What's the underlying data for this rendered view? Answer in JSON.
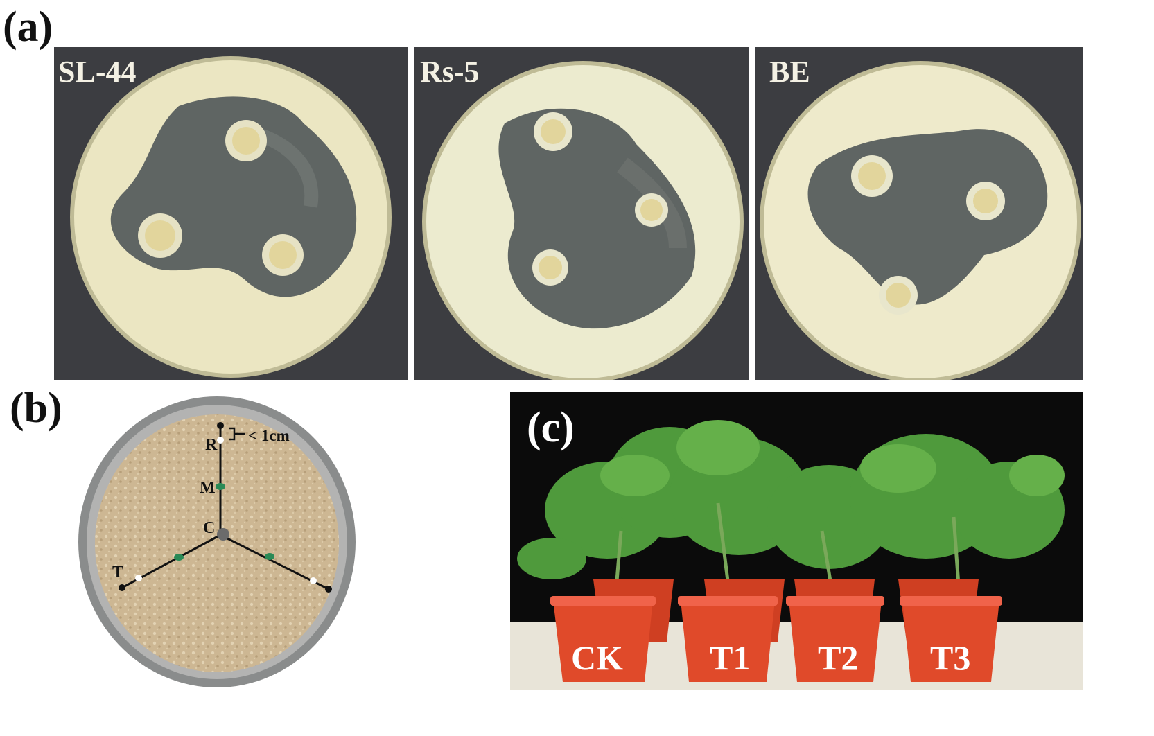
{
  "panels": {
    "a": {
      "label": "(a)",
      "plates": [
        {
          "label": "SL-44"
        },
        {
          "label": "Rs-5"
        },
        {
          "label": "BE"
        }
      ]
    },
    "b": {
      "label": "(b)",
      "points": {
        "r": "R",
        "m": "M",
        "c": "C",
        "t": "T"
      },
      "scale_note": "< 1cm"
    },
    "c": {
      "label": "(c)",
      "pots": [
        {
          "label": "CK"
        },
        {
          "label": "T1"
        },
        {
          "label": "T2"
        },
        {
          "label": "T3"
        }
      ]
    }
  },
  "colors": {
    "plate_background": "#3c3d41",
    "agar": "#f0ebc8",
    "inhibition_zone": "#5f6563",
    "soil": "#cdb793",
    "pot": "#e04a2a",
    "leaf": "#4f9a3c",
    "backdrop": "#0b0b0b"
  }
}
